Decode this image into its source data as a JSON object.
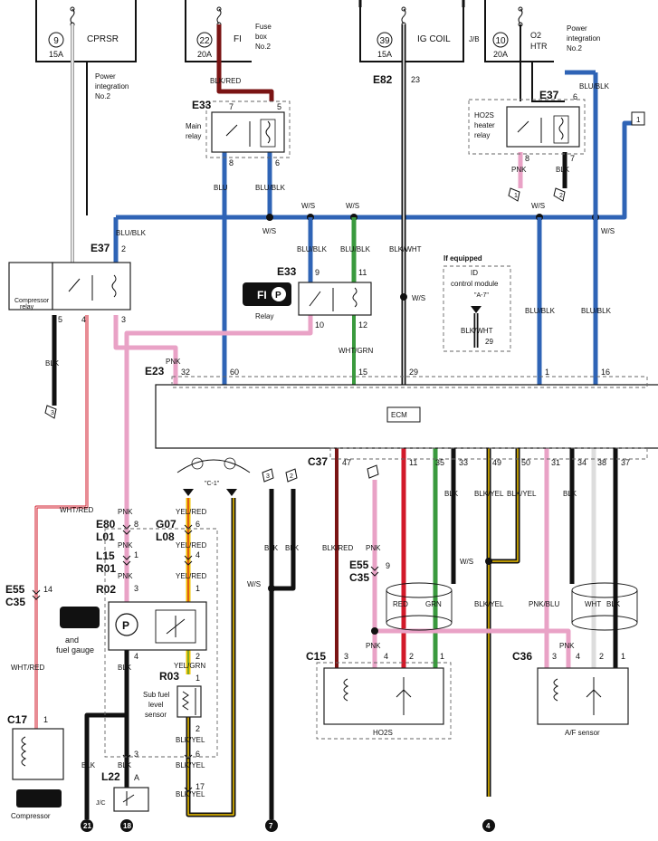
{
  "colors": {
    "pink": "#e9a2c6",
    "blue": "#2f64b6",
    "red": "#d21a2a",
    "darkred": "#7a1414",
    "green": "#3a9a3e",
    "yellow": "#f2c400",
    "black": "#111111",
    "grey": "#9a9a9a"
  },
  "fuses": {
    "cprsr": {
      "number": "9",
      "amps": "15A",
      "name": "CPRSR"
    },
    "fi": {
      "number": "22",
      "amps": "20A",
      "name": "FI",
      "box": "Fuse box No.2"
    },
    "igcoil": {
      "number": "39",
      "amps": "15A",
      "name": "IG COIL",
      "suffix": "J/B"
    },
    "o2htr": {
      "number": "10",
      "amps": "20A",
      "name": "O2 HTR",
      "box": "Power integration No.2"
    }
  },
  "texts": {
    "power_integration_left": "Power integration No.2",
    "main_relay": "Main relay",
    "ho2s_heater_relay": "HO2S heater relay",
    "compressor_relay": "Compressor relay",
    "relay": "Relay",
    "if_equipped": "If equipped",
    "id_module": "ID control module",
    "a7": "\"A-7\"",
    "c1": "\"C-1\"",
    "ecm": "ECM",
    "fuel_gauge": "and fuel gauge",
    "sub_fuel": "Sub fuel level sensor",
    "ho2s": "HO2S",
    "af_sensor": "A/F sensor",
    "compressor": "Compressor",
    "jc": "J/C",
    "arrow_1": "1",
    "arrow_2": "2",
    "arrow_3": "3",
    "arrow_1b": "1",
    "arrow_2b": "2",
    "arrow_3b": "3"
  },
  "connectors": {
    "E33a": "E33",
    "E37a": "E37",
    "E82": "E82",
    "E37b": "E37",
    "E33b": "E33",
    "E23": "E23",
    "C37": "C37",
    "E80": "E80",
    "L01": "L01",
    "G07": "G07",
    "L08": "L08",
    "L15": "L15",
    "R01": "R01",
    "R02": "R02",
    "R03": "R03",
    "E55a": "E55",
    "C35a": "C35",
    "E55b": "E55",
    "C35b": "C35",
    "C15": "C15",
    "C36": "C36",
    "C17": "C17",
    "L22": "L22"
  },
  "wire_labels": {
    "blk_red": "BLK/RED",
    "blu": "BLU",
    "blu_blk": "BLU/BLK",
    "ws": "W/S",
    "blk_wht": "BLK/WHT",
    "blu_blk2": "BLU/BLK",
    "pnk": "PNK",
    "blk": "BLK",
    "wht_grn": "WHT/GRN",
    "wht_red": "WHT/RED",
    "yel_red": "YEL/RED",
    "yel_grn": "YEL/GRN",
    "blk_yel": "BLK/YEL",
    "red": "RED",
    "grn": "GRN",
    "wht": "WHT",
    "pnk_blu": "PNK/BLU",
    "blk_red2": "BLK/RED"
  },
  "pins": {
    "e33_7": "7",
    "e33_5": "5",
    "e33_8": "8",
    "e33_6": "6",
    "e82_23": "23",
    "e37_6": "6",
    "e37_8": "8",
    "e37_7": "7",
    "e37_2": "2",
    "e37_5": "5",
    "e37_4": "4",
    "e37_3": "3",
    "e33_9": "9",
    "e33_11": "11",
    "e33_10": "10",
    "e33_12": "12",
    "id_29": "29",
    "e23_32": "32",
    "e23_60": "60",
    "e23_15": "15",
    "e23_29": "29",
    "e23_1": "1",
    "e23_16": "16",
    "c37_47": "47",
    "c37_11": "11",
    "c37_35": "35",
    "c37_33": "33",
    "c37_49": "49",
    "c37_50": "50",
    "c37_31": "31",
    "c37_34": "34",
    "c37_38": "38",
    "c37_37": "37",
    "e80_8": "8",
    "l15_1": "1",
    "r02_3": "3",
    "r02_4": "4",
    "g07_6": "6",
    "yr_4": "4",
    "yr_1": "1",
    "r02_1": "1",
    "r02_2": "2",
    "r03_1": "1",
    "r03_2": "2",
    "l22_3": "3",
    "l22_a": "A",
    "yl_6": "6",
    "yl_17": "17",
    "e55_14": "14",
    "c17_1": "1",
    "e55_9": "9",
    "c15_3": "3",
    "c15_4": "4",
    "c15_2": "2",
    "c15_1": "1",
    "c36_3": "3",
    "c36_4": "4",
    "c36_2": "2",
    "c36_1": "1"
  },
  "grounds": {
    "g21": "21",
    "g18": "18",
    "g7": "7",
    "g4": "4"
  }
}
